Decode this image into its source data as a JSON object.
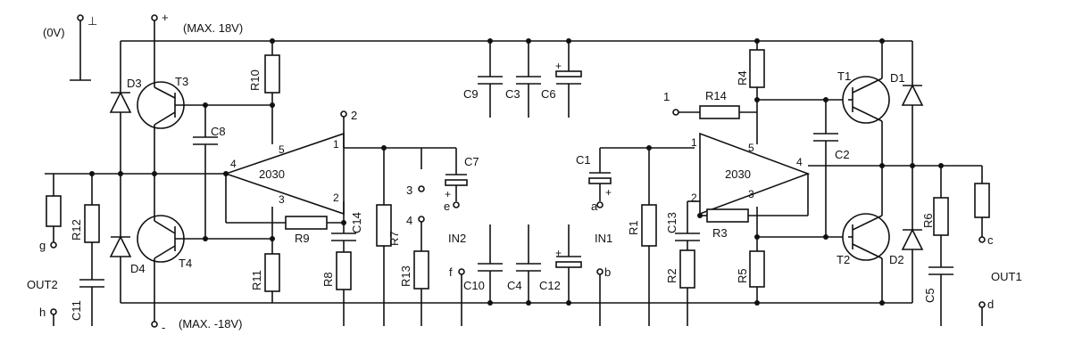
{
  "supply": {
    "ground_label": "(0V)",
    "ground_symbol": "⊥",
    "pos_sign": "+",
    "pos_label": "(MAX. 18V)",
    "neg_sign": "-",
    "neg_label": "(MAX. -18V)"
  },
  "amplifiers": {
    "left": {
      "part": "2030",
      "pins": [
        "1",
        "2",
        "3",
        "4",
        "5"
      ]
    },
    "right": {
      "part": "2030",
      "pins": [
        "1",
        "2",
        "3",
        "4",
        "5"
      ]
    }
  },
  "transistors": [
    "T1",
    "T2",
    "T3",
    "T4"
  ],
  "diodes": [
    "D1",
    "D2",
    "D3",
    "D4"
  ],
  "resistors": [
    "R1",
    "R2",
    "R3",
    "R4",
    "R5",
    "R6",
    "R7",
    "R8",
    "R9",
    "R10",
    "R11",
    "R12",
    "R13",
    "R14"
  ],
  "capacitors": [
    "C1",
    "C2",
    "C3",
    "C4",
    "C5",
    "C6",
    "C7",
    "C8",
    "C9",
    "C10",
    "C11",
    "C12",
    "C13",
    "C14"
  ],
  "terminals": {
    "t1": "1",
    "t2": "2",
    "t3": "3",
    "t4": "4",
    "a": "a",
    "b": "b",
    "c": "c",
    "d": "d",
    "e": "e",
    "f": "f",
    "g": "g",
    "h": "h"
  },
  "ports": {
    "in1": "IN1",
    "in2": "IN2",
    "out1": "OUT1",
    "out2": "OUT2"
  },
  "polarity": {
    "plus": "+"
  }
}
